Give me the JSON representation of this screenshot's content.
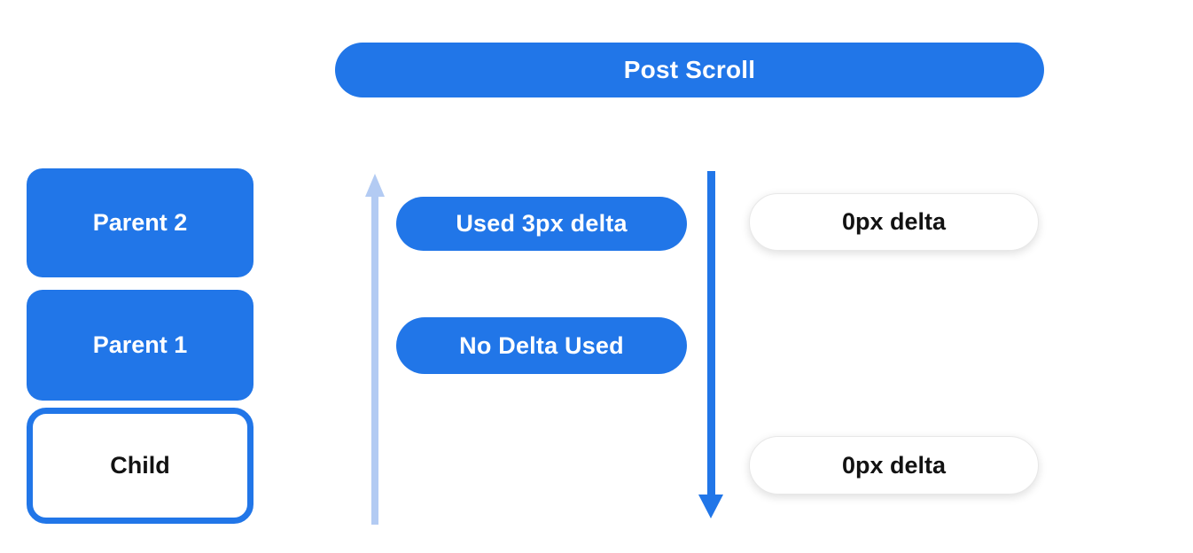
{
  "header": {
    "title": "Post Scroll"
  },
  "stack": {
    "parent2_label": "Parent 2",
    "parent1_label": "Parent 1",
    "child_label": "Child"
  },
  "annotations": {
    "used_delta_label": "Used 3px delta",
    "no_delta_label": "No Delta Used",
    "right_top_delta_label": "0px delta",
    "right_bottom_delta_label": "0px delta"
  },
  "icons": {
    "up_arrow": "upward-arrow",
    "down_arrow": "downward-arrow"
  },
  "colors": {
    "accent": "#2176E8",
    "arrow-light": "#B3CBF3",
    "pill-border": "#E8E8E8",
    "text-dark": "#121212",
    "background": "#FFFFFF"
  }
}
